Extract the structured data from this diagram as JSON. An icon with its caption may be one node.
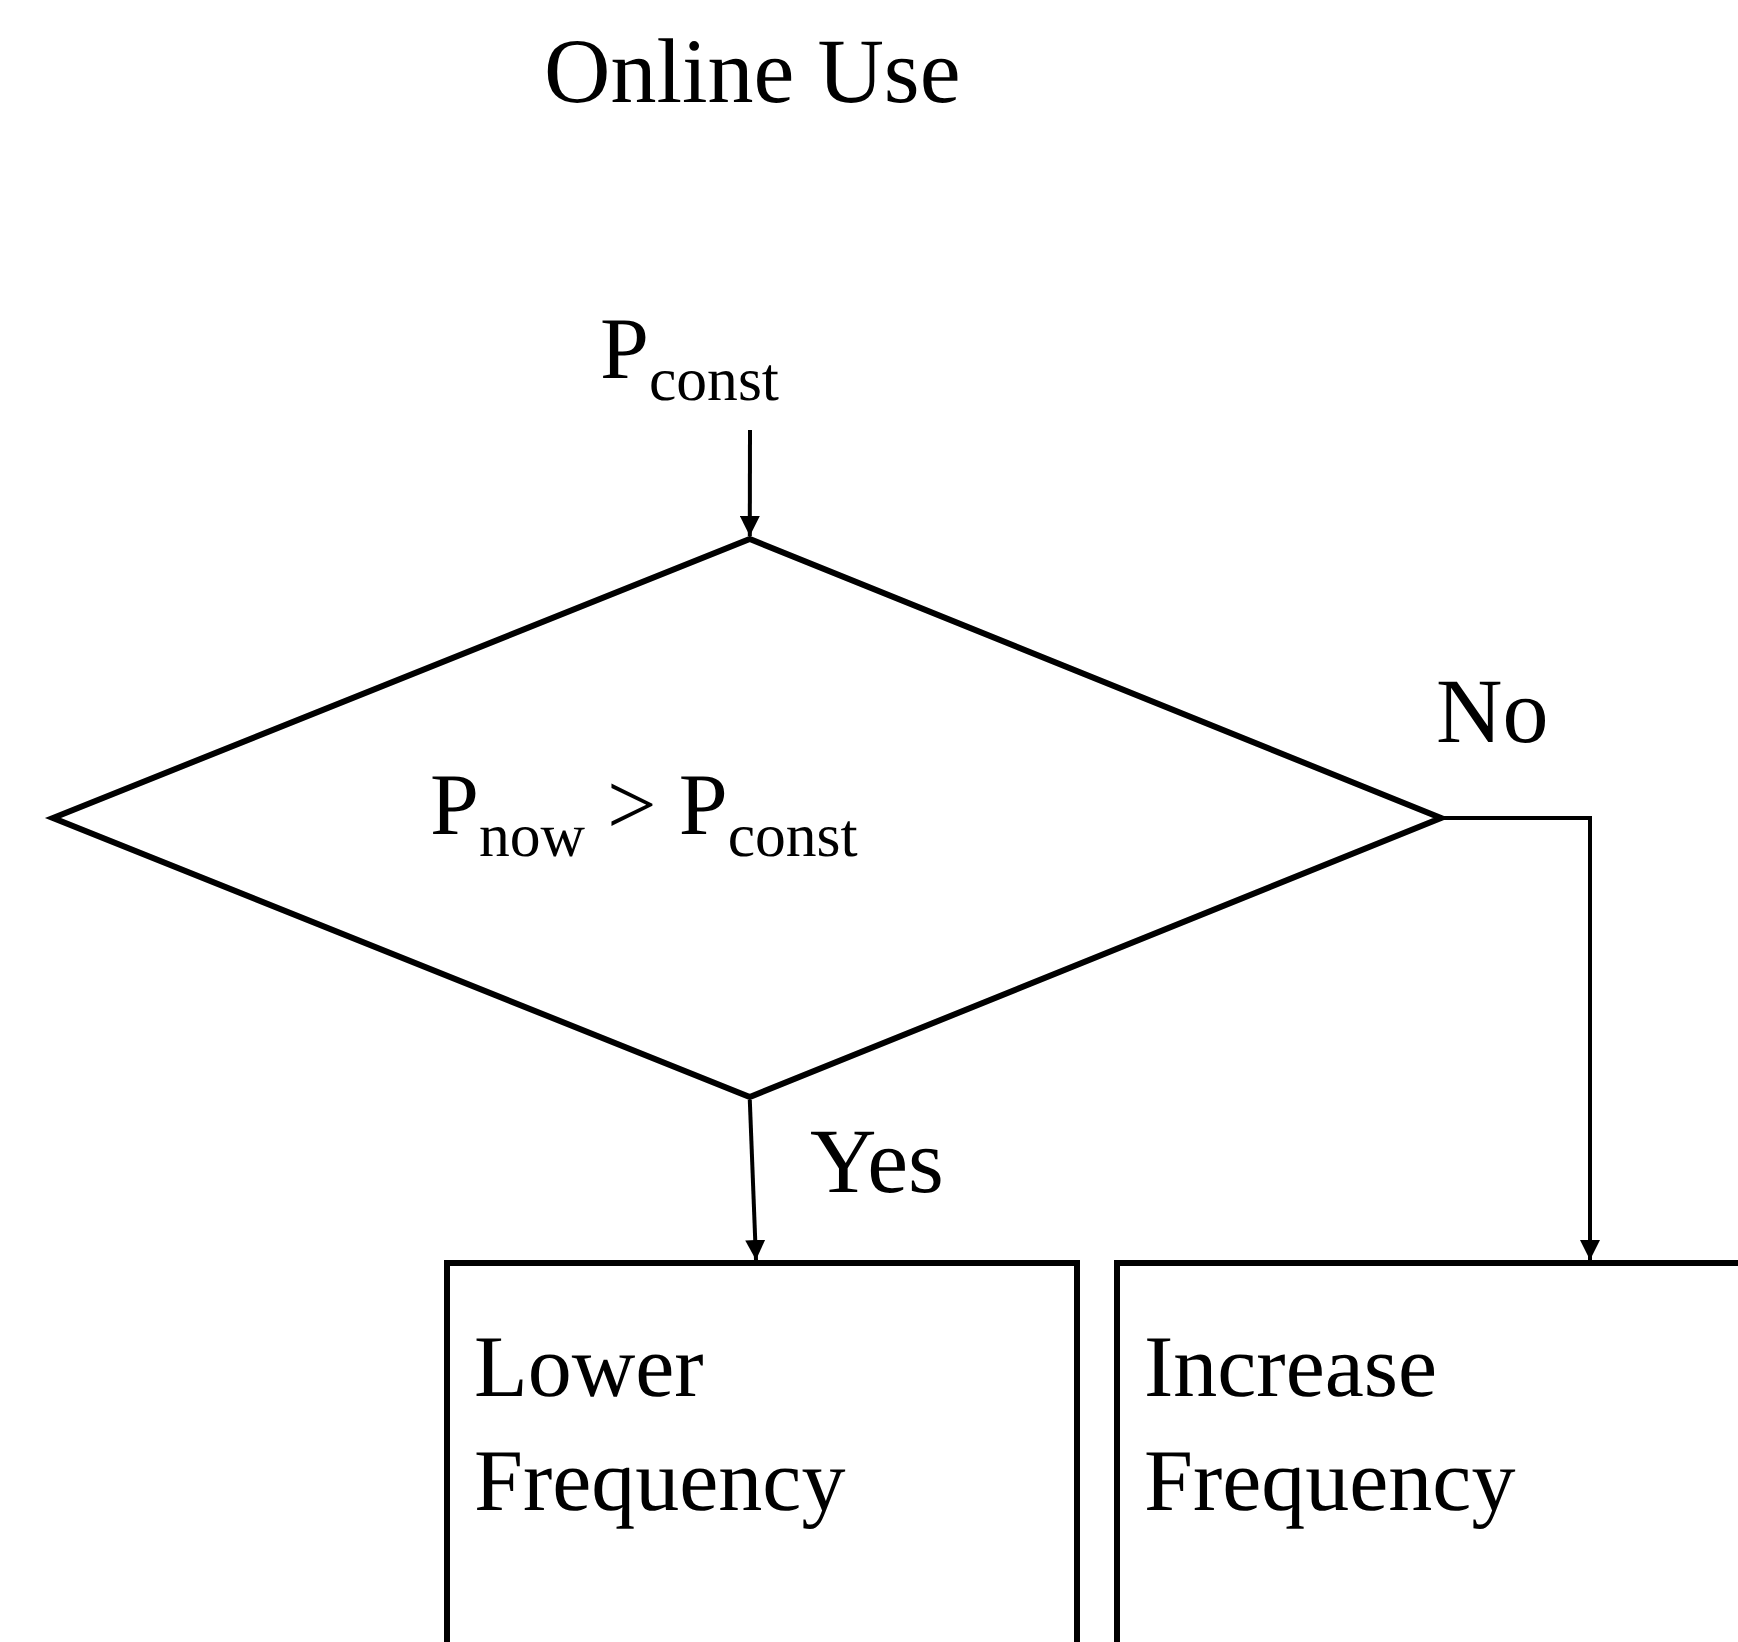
{
  "diagram": {
    "title": "Online Use",
    "nodes": [
      {
        "text": [
          "P$_{const}$"
        ]
      },
      {
        "text": [
          "P$_{now}$ > P$_{const}$"
        ]
      },
      {
        "text": [
          "Lower Frequency"
        ]
      },
      {
        "text": [
          "Increase Frequency"
        ]
      }
    ],
    "edges": [
      {
        "from": 0,
        "to": 1,
        "arrow": "to"
      },
      {
        "from": 1,
        "to": 2,
        "arrow": "to",
        "label": "Yes"
      },
      {
        "from": 1,
        "to": 3,
        "arrow": "to",
        "label": "No"
      }
    ]
  }
}
